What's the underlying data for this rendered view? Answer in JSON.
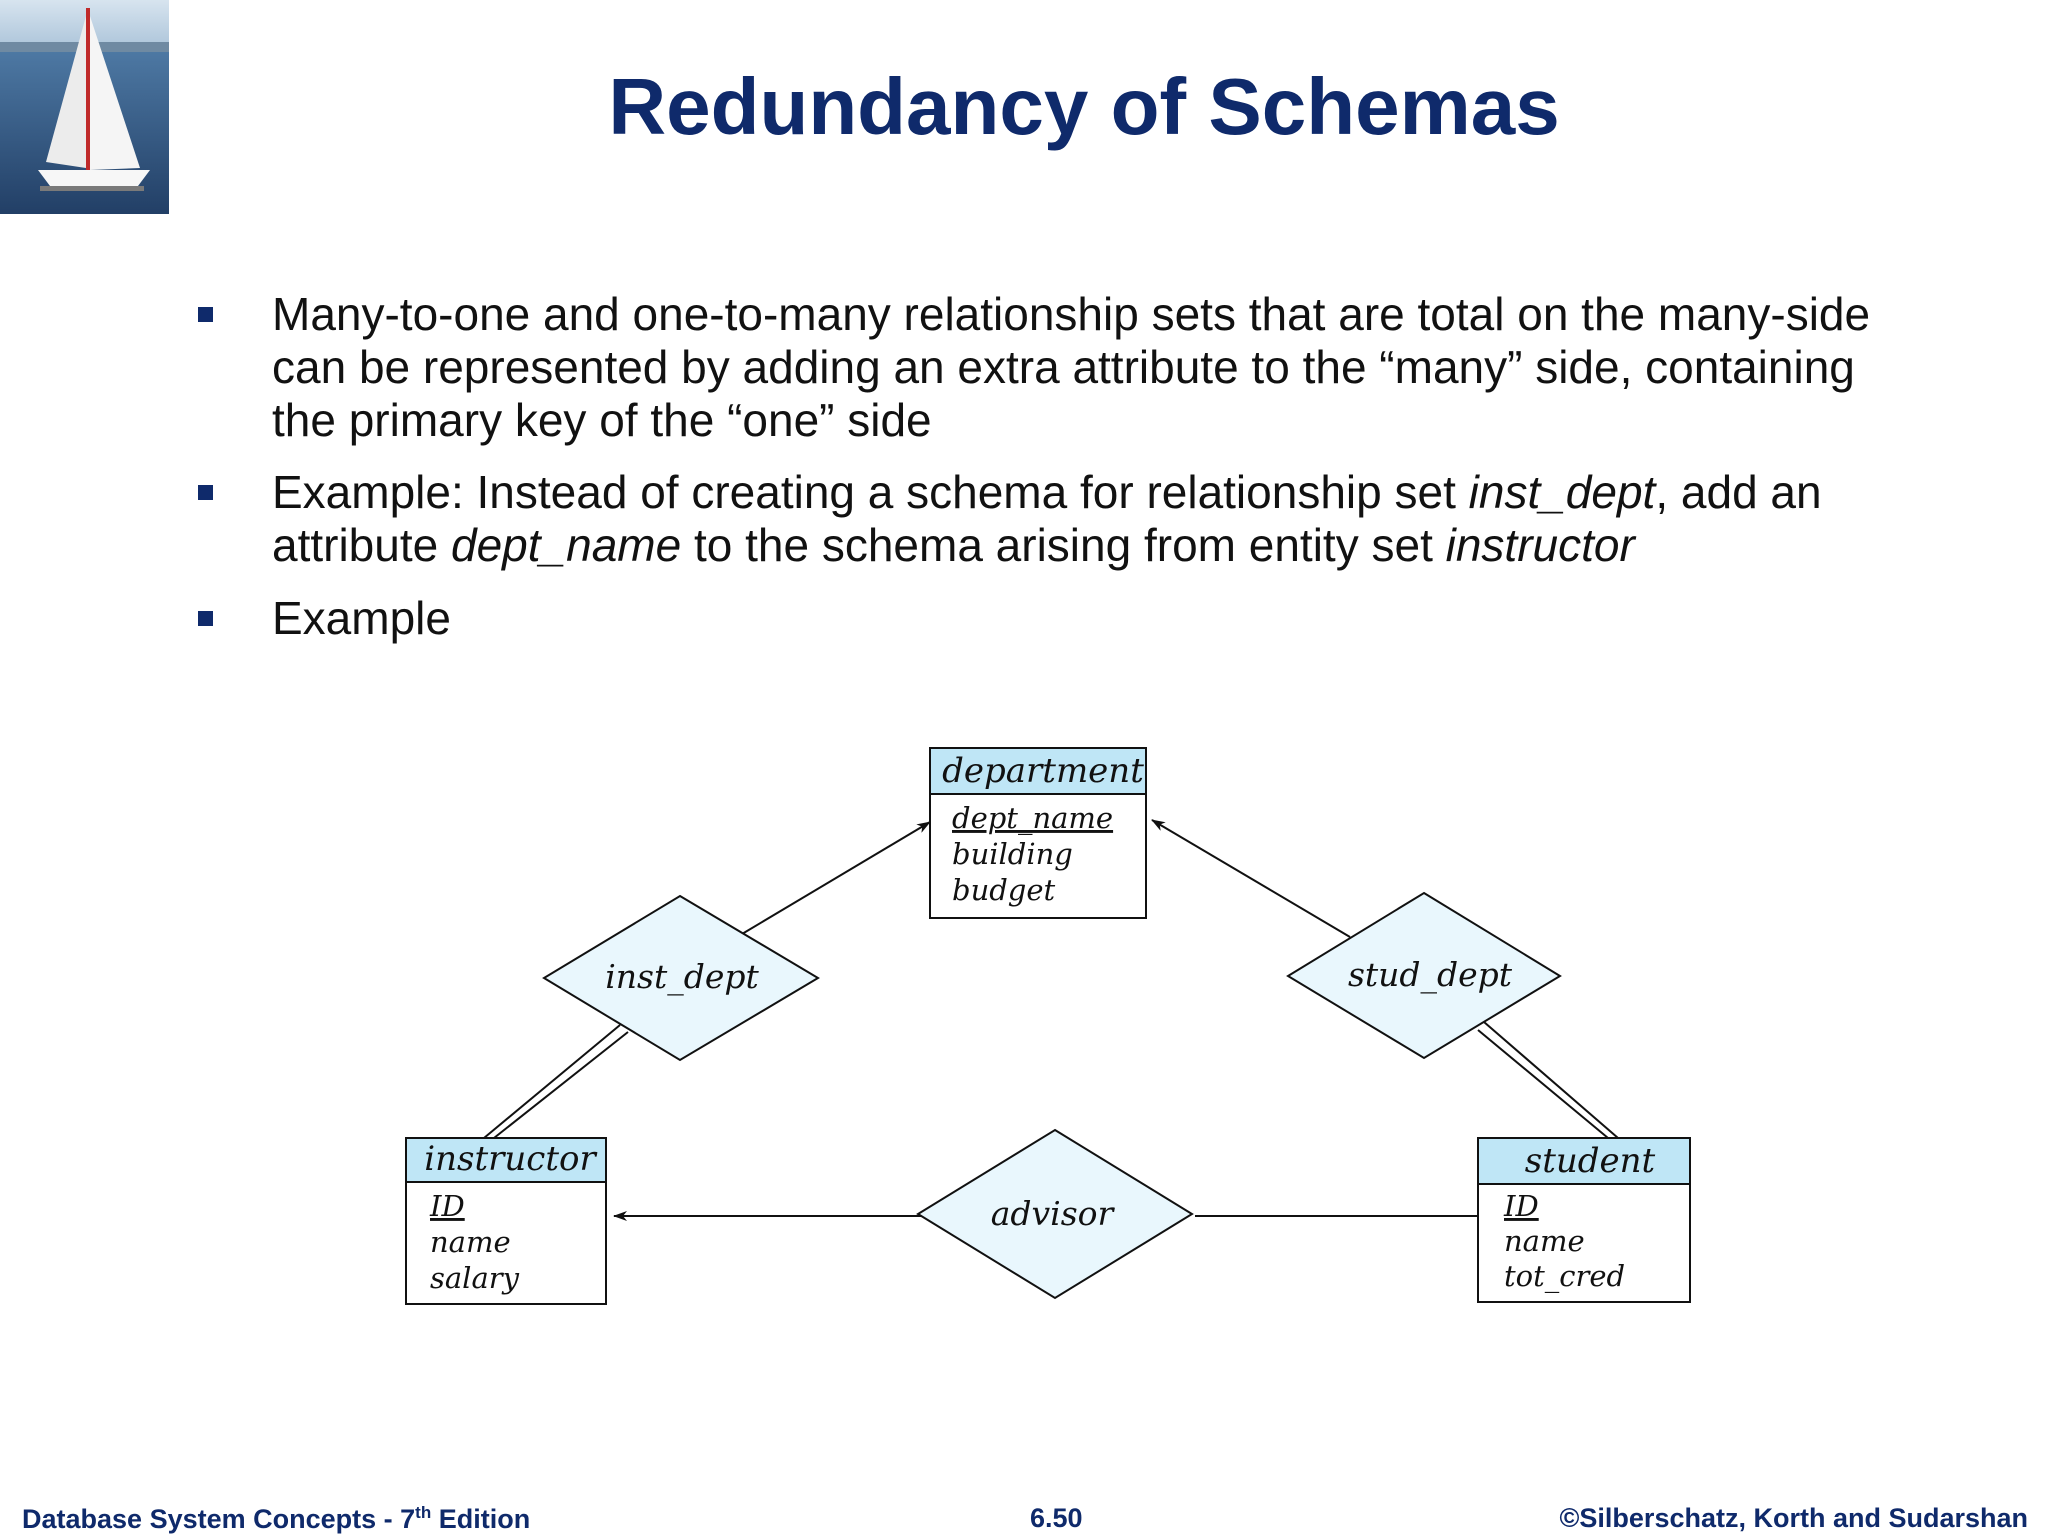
{
  "slide": {
    "title": "Redundancy of Schemas"
  },
  "bullets": [
    {
      "text_parts": [
        "Many-to-one and one-to-many relationship sets that are total on the many-side can be represented by adding an extra attribute to the “many” side, containing the primary key of the “one” side"
      ]
    },
    {
      "p1": "Example: Instead of creating a schema for relationship set ",
      "p2": "inst_dept",
      "p3": ", add an attribute ",
      "p4": "dept_name",
      "p5": " to the schema arising from entity set ",
      "p6": "instructor"
    },
    {
      "text": "Example"
    }
  ],
  "er": {
    "department": {
      "name": "department",
      "attrs": [
        "dept_name",
        "building",
        "budget"
      ]
    },
    "instructor": {
      "name": "instructor",
      "attrs": [
        "ID",
        "name",
        "salary"
      ]
    },
    "student": {
      "name": "student",
      "attrs": [
        "ID",
        "name",
        "tot_cred"
      ]
    },
    "rel_inst_dept": "inst_dept",
    "rel_stud_dept": "stud_dept",
    "rel_advisor": "advisor",
    "colors": {
      "entity_header": "#bfe6f6",
      "relationship_fill": "#e9f7fd"
    }
  },
  "footer": {
    "left_main": "Database System Concepts - 7",
    "left_sup": "th",
    "left_tail": " Edition",
    "center": "6.50",
    "right": "©Silberschatz, Korth and Sudarshan"
  },
  "logo_icon": "sailboat-image"
}
